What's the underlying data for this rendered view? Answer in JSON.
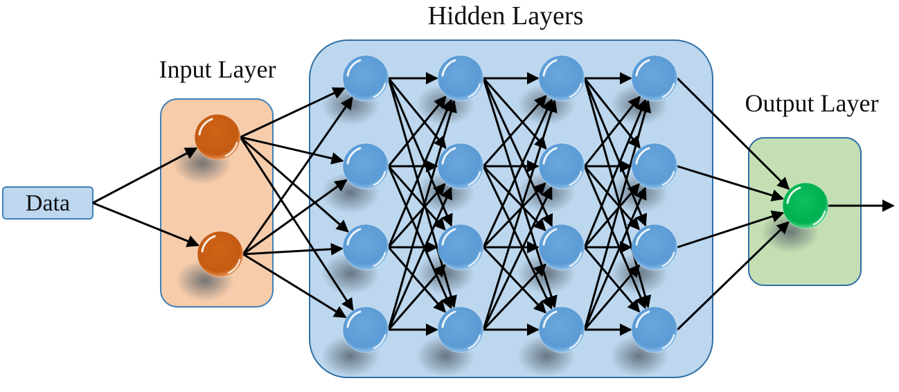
{
  "title": "Neural network architecture",
  "labels": {
    "data": "Data",
    "input_layer": "Input Layer",
    "hidden_layers": "Hidden Layers",
    "output_layer": "Output Layer"
  },
  "colors": {
    "data_box_fill": "#bcd7ee",
    "data_box_stroke": "#3f7fb5",
    "input_box_fill": "#f6ccab",
    "input_box_stroke": "#3f7fb5",
    "input_node": "#c55a11",
    "hidden_box_fill": "#bcd7ee",
    "hidden_box_stroke": "#2f6fa5",
    "hidden_node": "#5b9bd5",
    "output_box_fill": "#c5dfb4",
    "output_box_stroke": "#2f6fa5",
    "output_node": "#00b050",
    "edge": "#000000"
  },
  "network": {
    "input_nodes": 2,
    "hidden_layers": 4,
    "hidden_nodes_per_layer": 4,
    "output_nodes": 1
  }
}
